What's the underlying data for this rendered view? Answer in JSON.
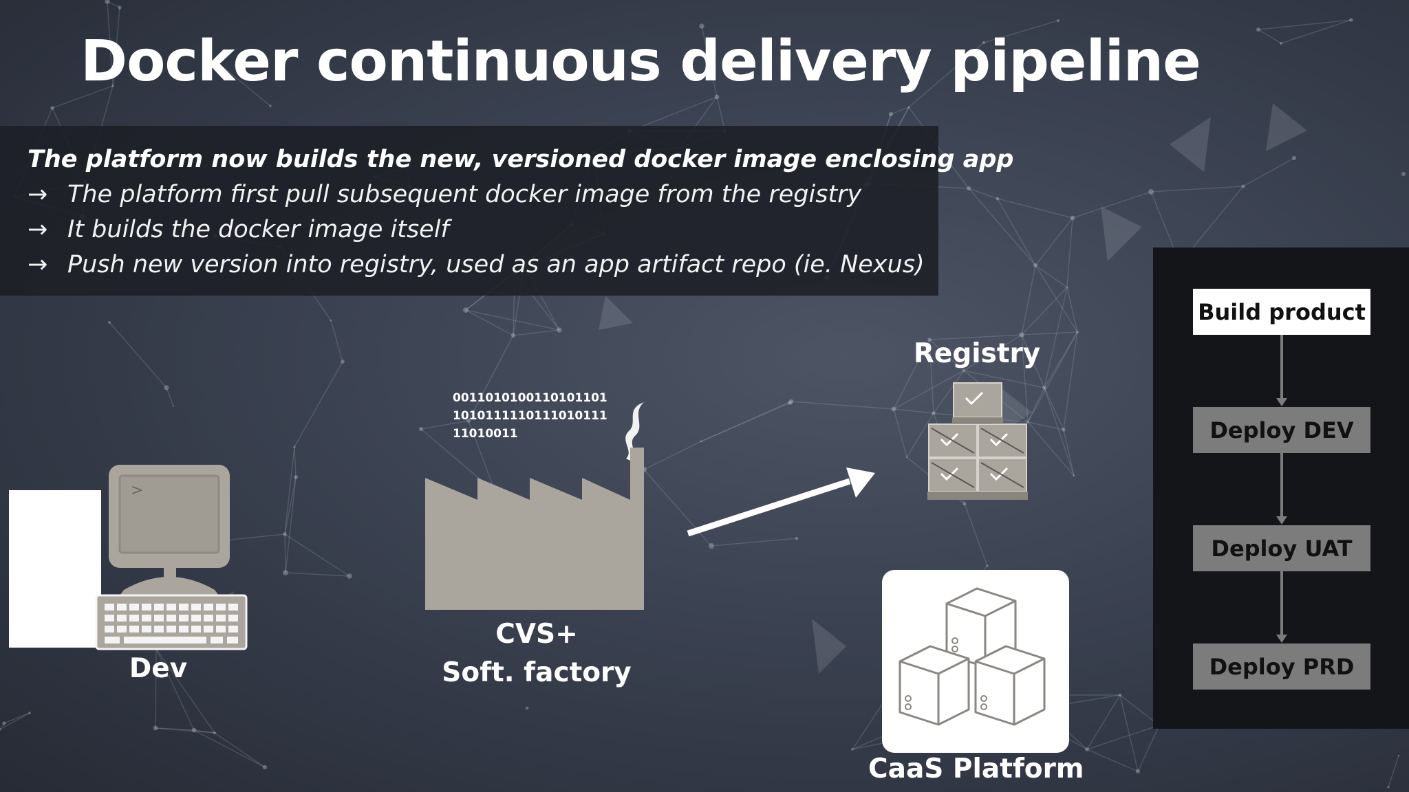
{
  "title": "Docker continuous delivery pipeline",
  "info_box": {
    "lead": "The platform now builds the new, versioned docker image enclosing app",
    "bullets": [
      "The platform first pull subsequent docker image from the registry",
      "It builds the docker image itself",
      "Push new version into registry, used as an app artifact repo (ie. Nexus)"
    ],
    "bullet_glyph": "→"
  },
  "nodes": {
    "dev": "Dev",
    "factory_line1": "CVS+",
    "factory_line2": "Soft. factory",
    "registry": "Registry",
    "caas": "CaaS Platform"
  },
  "binary_text": "0011010100110101101101011111011101011111010011",
  "pipeline": {
    "stages": [
      "Build product",
      "Deploy DEV",
      "Deploy UAT",
      "Deploy PRD"
    ]
  },
  "colors": {
    "icon_grey": "#aaa59d",
    "stage_active": "#ffffff",
    "stage_pending": "#7c7c7c",
    "panel": "#141518"
  }
}
